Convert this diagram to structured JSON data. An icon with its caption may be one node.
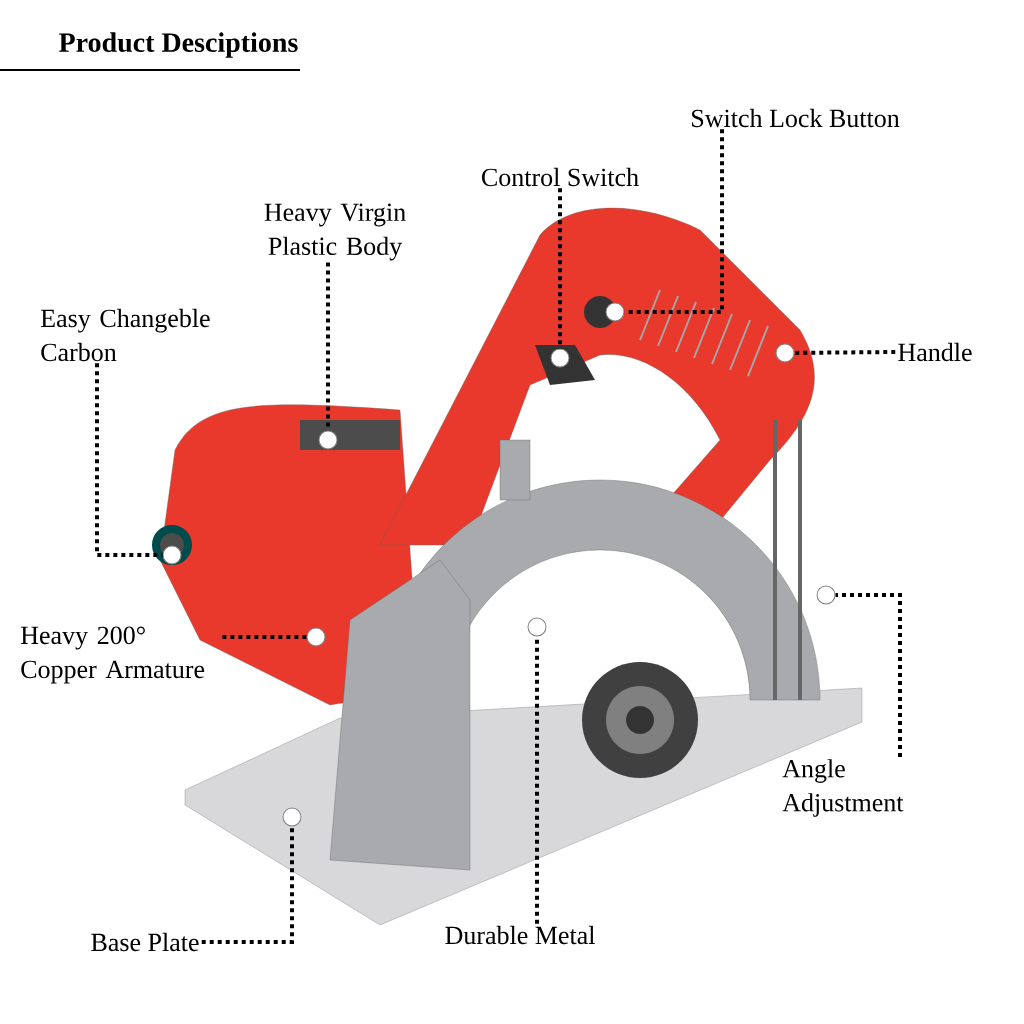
{
  "diagram": {
    "title": "Product Desciptions",
    "nodes": [
      {
        "text": [
          "Switch Lock Button"
        ]
      },
      {
        "text": [
          "Control Switch"
        ]
      },
      {
        "text": [
          "Heavy Virgin Plastic Body"
        ]
      },
      {
        "text": [
          "Easy Changeble Carbon"
        ]
      },
      {
        "text": [
          "Handle"
        ]
      },
      {
        "text": [
          "Heavy 200° Copper Armature"
        ]
      },
      {
        "text": [
          "Angle Adjustment"
        ]
      },
      {
        "text": [
          "Durable Metal"
        ]
      },
      {
        "text": [
          "Base Plate"
        ]
      },
      {
        "text": [],
        "shape": "circle"
      },
      {
        "text": [],
        "shape": "circle"
      },
      {
        "text": [],
        "shape": "circle"
      },
      {
        "text": [],
        "shape": "circle"
      },
      {
        "text": [],
        "shape": "circle"
      },
      {
        "text": [],
        "shape": "circle"
      },
      {
        "text": [],
        "shape": "circle"
      },
      {
        "text": [],
        "shape": "circle"
      },
      {
        "text": [],
        "shape": "circle"
      }
    ],
    "edges": [
      {
        "from": 0,
        "to": 9,
        "arrow": "none"
      },
      {
        "from": 1,
        "to": 10,
        "arrow": "none"
      },
      {
        "from": 2,
        "to": 11,
        "arrow": "none"
      },
      {
        "from": 3,
        "to": 12,
        "arrow": "none"
      },
      {
        "from": 4,
        "to": 13,
        "arrow": "none"
      },
      {
        "from": 5,
        "to": 14,
        "arrow": "none"
      },
      {
        "from": 6,
        "to": 15,
        "arrow": "none"
      },
      {
        "from": 7,
        "to": 16,
        "arrow": "none"
      },
      {
        "from": 8,
        "to": 17,
        "arrow": "none"
      }
    ]
  }
}
